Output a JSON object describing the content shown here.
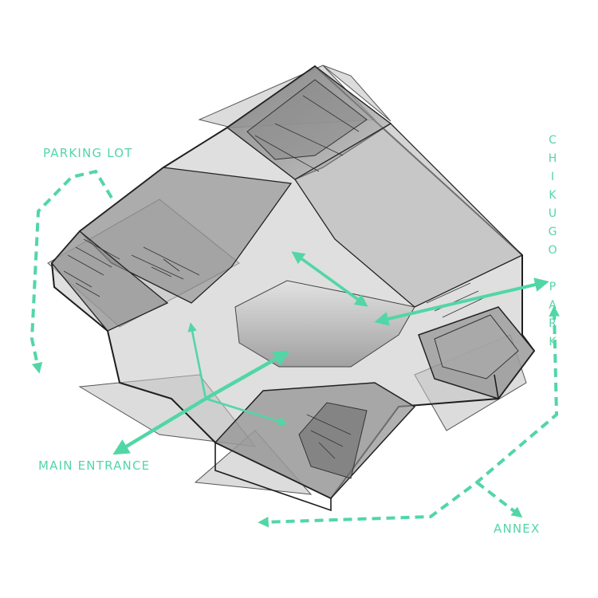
{
  "labels": {
    "parking_lot": "PARKING LOT",
    "main_entrance": "MAIN ENTRANCE",
    "annex": "ANNEX",
    "chikugo_park": "CHIKUGO PARK"
  },
  "colors": {
    "accent": "#52d6a6",
    "volume_dark": "#7d7d7d",
    "volume_light": "#d6d6d6",
    "edge": "#222222",
    "background": "#ffffff"
  }
}
